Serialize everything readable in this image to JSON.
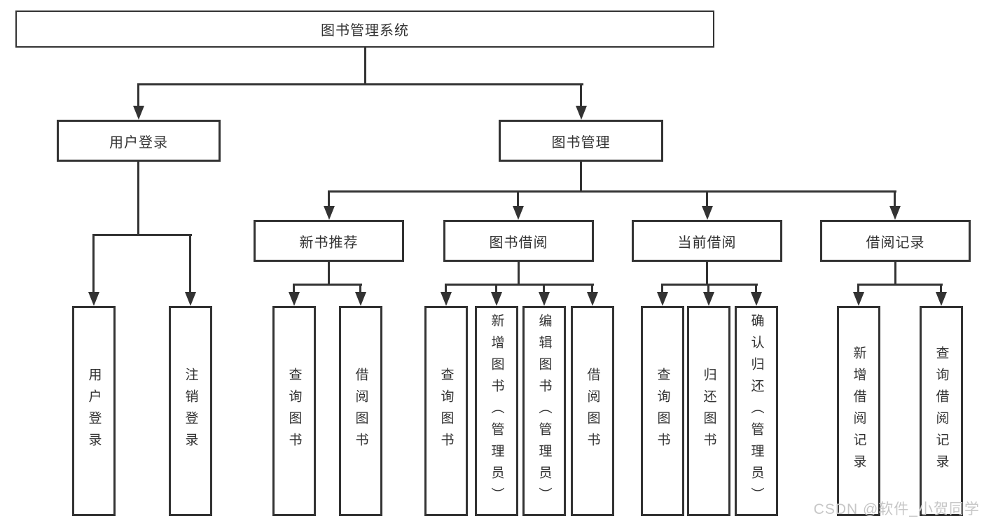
{
  "diagram": {
    "root": "图书管理系统",
    "level2": {
      "user_login": "用户登录",
      "book_mgmt": "图书管理"
    },
    "level3": {
      "new_books": "新书推荐",
      "book_borrow": "图书借阅",
      "current_borrow": "当前借阅",
      "borrow_records": "借阅记录"
    },
    "leaves": {
      "user_login": [
        "用户登录",
        "注销登录"
      ],
      "new_books": [
        "查询图书",
        "借阅图书"
      ],
      "book_borrow": [
        "查询图书",
        "新增图书（管理员）",
        "编辑图书（管理员）",
        "借阅图书"
      ],
      "current_borrow": [
        "查询图书",
        "归还图书",
        "确认归还（管理员）"
      ],
      "borrow_records": [
        "新增借阅记录",
        "查询借阅记录"
      ]
    }
  },
  "watermark": {
    "text": "CSDN @软件_小贺同学"
  },
  "colors": {
    "line": "#333333",
    "text": "#333333",
    "background": "#ffffff",
    "watermark": "#c7c7c7"
  }
}
